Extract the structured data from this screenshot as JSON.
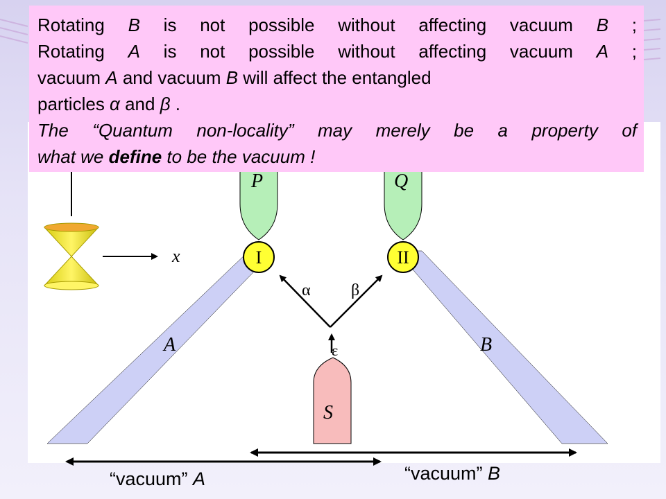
{
  "callout": {
    "line1_pre": "Rotating ",
    "line1_var": "B",
    "line1_mid": " is not possible without affecting vacuum ",
    "line1_var2": "B",
    "line1_post": " ;",
    "line2_pre": "Rotating ",
    "line2_var": "A",
    "line2_mid": " is not possible without affecting vacuum ",
    "line2_var2": "A",
    "line2_post": " ;",
    "line3_pre": "vacuum ",
    "line3_var": "A",
    "line3_mid": " and vacuum ",
    "line3_var2": "B",
    "line3_post": " will affect the entangled",
    "line4_pre": "particles ",
    "line4_var": "α",
    "line4_mid": " and ",
    "line4_var2": "β",
    "line4_post": " .",
    "line5": "The “Quantum non-locality” may merely be a property of",
    "line6_pre": "what we ",
    "line6_bold": "define",
    "line6_post": " to be the vacuum !"
  },
  "diagram": {
    "arm_left_label": "A",
    "arm_right_label": "B",
    "detector_left_label": "P",
    "detector_right_label": "Q",
    "node_left_label": "I",
    "node_right_label": "II",
    "source_label": "S",
    "particle_alpha": "α",
    "particle_beta": "β",
    "particle_epsilon": "ε",
    "axis_label": "x",
    "colors": {
      "arm": "#cdd0f6",
      "detector": "#b6efb8",
      "source": "#f8bcbc",
      "node": "#ffff33",
      "cone": "#f2e82a"
    }
  },
  "vacuum_a": {
    "quote": "“vacuum” ",
    "var": "A"
  },
  "vacuum_b": {
    "quote": "“vacuum” ",
    "var": "B"
  }
}
